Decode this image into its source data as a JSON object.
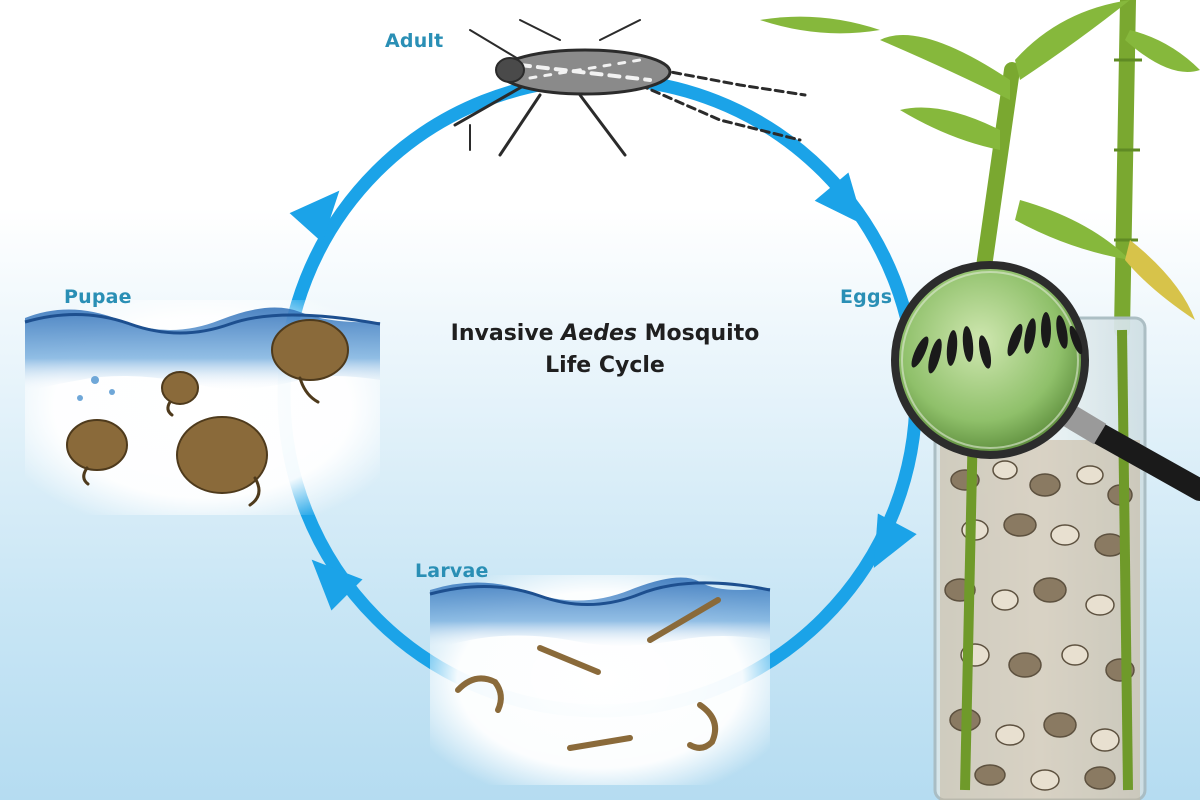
{
  "title": {
    "line1_prefix": "Invasive ",
    "line1_italic": "Aedes",
    "line1_suffix": " Mosquito",
    "line2": "Life Cycle"
  },
  "stages": {
    "adult": "Adult",
    "eggs": "Eggs",
    "larvae": "Larvae",
    "pupae": "Pupae"
  },
  "colors": {
    "cycle_arrow": "#1ba3e8",
    "label": "#2a8fb5",
    "title": "#1f1f1f",
    "water": "#2f6fb8"
  }
}
